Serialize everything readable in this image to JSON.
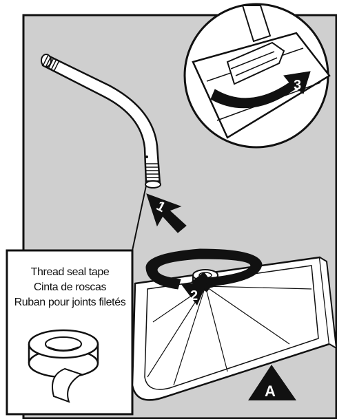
{
  "tape_box": {
    "lines": [
      "Thread seal tape",
      "Cinta de roscas",
      "Ruban pour joints filetés"
    ]
  },
  "steps": [
    "1",
    "2",
    "3"
  ],
  "part_label": "A",
  "colors": {
    "background_panel": "#cfcfcf",
    "line": "#111111",
    "white": "#ffffff"
  }
}
